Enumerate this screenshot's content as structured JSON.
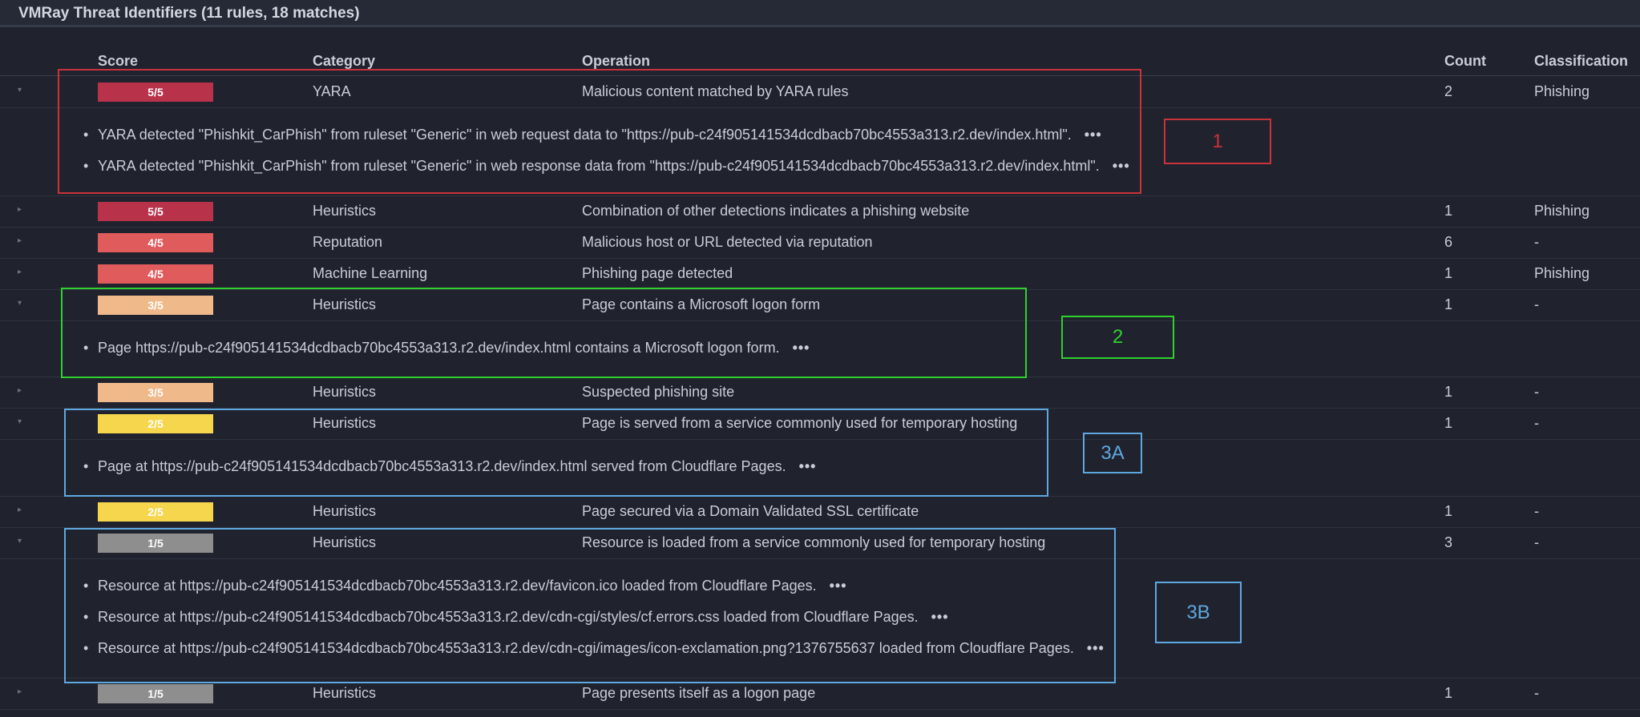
{
  "panel": {
    "title": "VMRay Threat Identifiers (11 rules, 18 matches)"
  },
  "columns": {
    "score": "Score",
    "category": "Category",
    "operation": "Operation",
    "count": "Count",
    "classification": "Classification"
  },
  "rows": [
    {
      "score": "5/5",
      "color": "#b8324a",
      "category": "YARA",
      "operation": "Malicious content matched by YARA rules",
      "count": "2",
      "classification": "Phishing"
    },
    {
      "score": "5/5",
      "color": "#b8324a",
      "category": "Heuristics",
      "operation": "Combination of other detections indicates a phishing website",
      "count": "1",
      "classification": "Phishing"
    },
    {
      "score": "4/5",
      "color": "#e05b5b",
      "category": "Reputation",
      "operation": "Malicious host or URL detected via reputation",
      "count": "6",
      "classification": "-"
    },
    {
      "score": "4/5",
      "color": "#e05b5b",
      "category": "Machine Learning",
      "operation": "Phishing page detected",
      "count": "1",
      "classification": "Phishing"
    },
    {
      "score": "3/5",
      "color": "#f0b98a",
      "category": "Heuristics",
      "operation": "Page contains a Microsoft logon form",
      "count": "1",
      "classification": "-"
    },
    {
      "score": "3/5",
      "color": "#f0b98a",
      "category": "Heuristics",
      "operation": "Suspected phishing site",
      "count": "1",
      "classification": "-"
    },
    {
      "score": "2/5",
      "color": "#f5d64c",
      "category": "Heuristics",
      "operation": "Page is served from a service commonly used for temporary hosting",
      "count": "1",
      "classification": "-"
    },
    {
      "score": "2/5",
      "color": "#f5d64c",
      "category": "Heuristics",
      "operation": "Page secured via a Domain Validated SSL certificate",
      "count": "1",
      "classification": "-"
    },
    {
      "score": "1/5",
      "color": "#8e8e8e",
      "category": "Heuristics",
      "operation": "Resource is loaded from a service commonly used for temporary hosting",
      "count": "3",
      "classification": "-"
    },
    {
      "score": "1/5",
      "color": "#8e8e8e",
      "category": "Heuristics",
      "operation": "Page presents itself as a logon page",
      "count": "1",
      "classification": "-"
    }
  ],
  "details": {
    "yara": [
      "YARA detected \"Phishkit_CarPhish\" from ruleset \"Generic\" in web request data to \"https://pub-c24f905141534dcdbacb70bc4553a313.r2.dev/index.html\".",
      "YARA detected \"Phishkit_CarPhish\" from ruleset \"Generic\" in web response data from \"https://pub-c24f905141534dcdbacb70bc4553a313.r2.dev/index.html\"."
    ],
    "logon": [
      "Page https://pub-c24f905141534dcdbacb70bc4553a313.r2.dev/index.html contains a Microsoft logon form."
    ],
    "temp_page": [
      "Page at https://pub-c24f905141534dcdbacb70bc4553a313.r2.dev/index.html served from Cloudflare Pages."
    ],
    "temp_resource": [
      "Resource at https://pub-c24f905141534dcdbacb70bc4553a313.r2.dev/favicon.ico loaded from Cloudflare Pages.",
      "Resource at https://pub-c24f905141534dcdbacb70bc4553a313.r2.dev/cdn-cgi/styles/cf.errors.css loaded from Cloudflare Pages.",
      "Resource at https://pub-c24f905141534dcdbacb70bc4553a313.r2.dev/cdn-cgi/images/icon-exclamation.png?1376755637 loaded from Cloudflare Pages."
    ]
  },
  "glyphs": {
    "bullet": "•",
    "more": "•••",
    "caret_open": "▾",
    "caret_closed": "▸"
  },
  "annotations": [
    {
      "label": "1",
      "color": "#c8323a"
    },
    {
      "label": "2",
      "color": "#2fd12f"
    },
    {
      "label": "3A",
      "color": "#5ea8e0"
    },
    {
      "label": "3B",
      "color": "#5ea8e0"
    }
  ]
}
